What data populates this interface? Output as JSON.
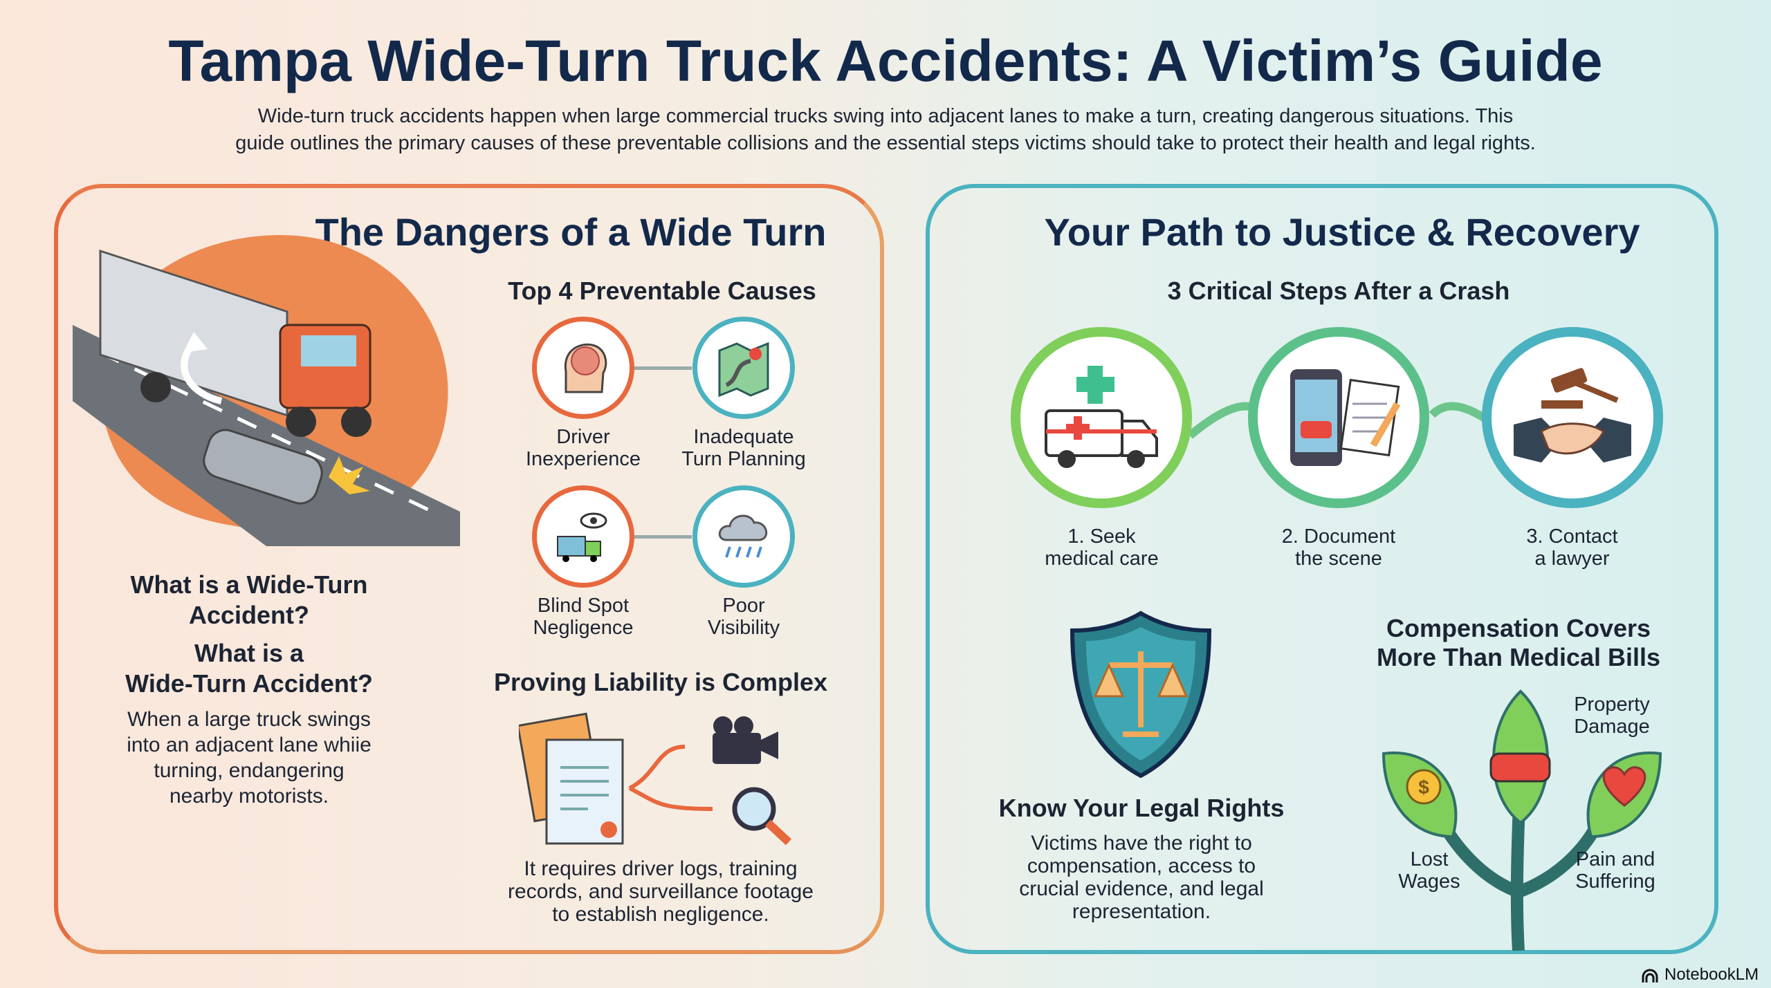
{
  "header": {
    "title": "Tampa Wide-Turn Truck Accidents: A Victim’s Guide",
    "subtitle_lines": [
      "Wide-turn truck accidents happen when large commercial trucks swing into adjacent lanes to make a turn, creating dangerous situations. This",
      "guide outlines the primary causes of these preventable collisions and the essential steps victims should take to protect their health and legal rights."
    ]
  },
  "left": {
    "title": "The Dangers of a Wide Turn",
    "causes_title": "Top 4 Preventable Causes",
    "causes": [
      {
        "label": [
          "Driver",
          "Inexperience"
        ],
        "icon": "brain-head-icon",
        "color": "#e8683e"
      },
      {
        "label": [
          "Inadequate",
          "Turn Planning"
        ],
        "icon": "map-icon",
        "color": "#4bb2c0"
      },
      {
        "label": [
          "Blind Spot",
          "Negligence"
        ],
        "icon": "truck-eye-icon",
        "color": "#e8683e"
      },
      {
        "label": [
          "Poor",
          "Visibility"
        ],
        "icon": "rain-cloud-icon",
        "color": "#4bb2c0"
      }
    ],
    "what_heading": [
      "What is a Wide-Turn",
      "Accident?"
    ],
    "what_heading_2": [
      "What is a",
      "Wide-Turn Accident?"
    ],
    "what_body": [
      "When a large truck swings",
      "into an adjacent lane whiie",
      "turning, endangering",
      "nearby motorists."
    ],
    "liability_title": "Proving Liability is Complex",
    "liability_body": [
      "It requires driver logs, training",
      "records, and surveillance footage",
      "to establish negligence."
    ]
  },
  "right": {
    "title": "Your Path to Justice & Recovery",
    "steps_title": "3 Critical Steps After a Crash",
    "steps": [
      {
        "label": [
          "1. Seek",
          "medical care"
        ],
        "icon": "ambulance-icon",
        "color": "#7fcf5a"
      },
      {
        "label": [
          "2. Document",
          "the scene"
        ],
        "icon": "phone-notepad-icon",
        "color": "#5cc08a"
      },
      {
        "label": [
          "3. Contact",
          "a lawyer"
        ],
        "icon": "gavel-handshake-icon",
        "color": "#4bb2c0"
      }
    ],
    "rights_title": "Know Your Legal Rights",
    "rights_body": [
      "Victims have the right to",
      "compensation, access to",
      "crucial evidence, and legal",
      "representation."
    ],
    "comp_title": [
      "Compensation Covers",
      "More Than Medical Bills"
    ],
    "comp_items": {
      "property": [
        "Property",
        "Damage"
      ],
      "wages": [
        "Lost",
        "Wages"
      ],
      "pain": [
        "Pain and",
        "Suffering"
      ]
    }
  },
  "footer": {
    "brand": "NotebookLM"
  },
  "colors": {
    "title": "#13294b",
    "orange": "#e8683e",
    "teal": "#4bb2c0",
    "green": "#7fcf5a"
  }
}
